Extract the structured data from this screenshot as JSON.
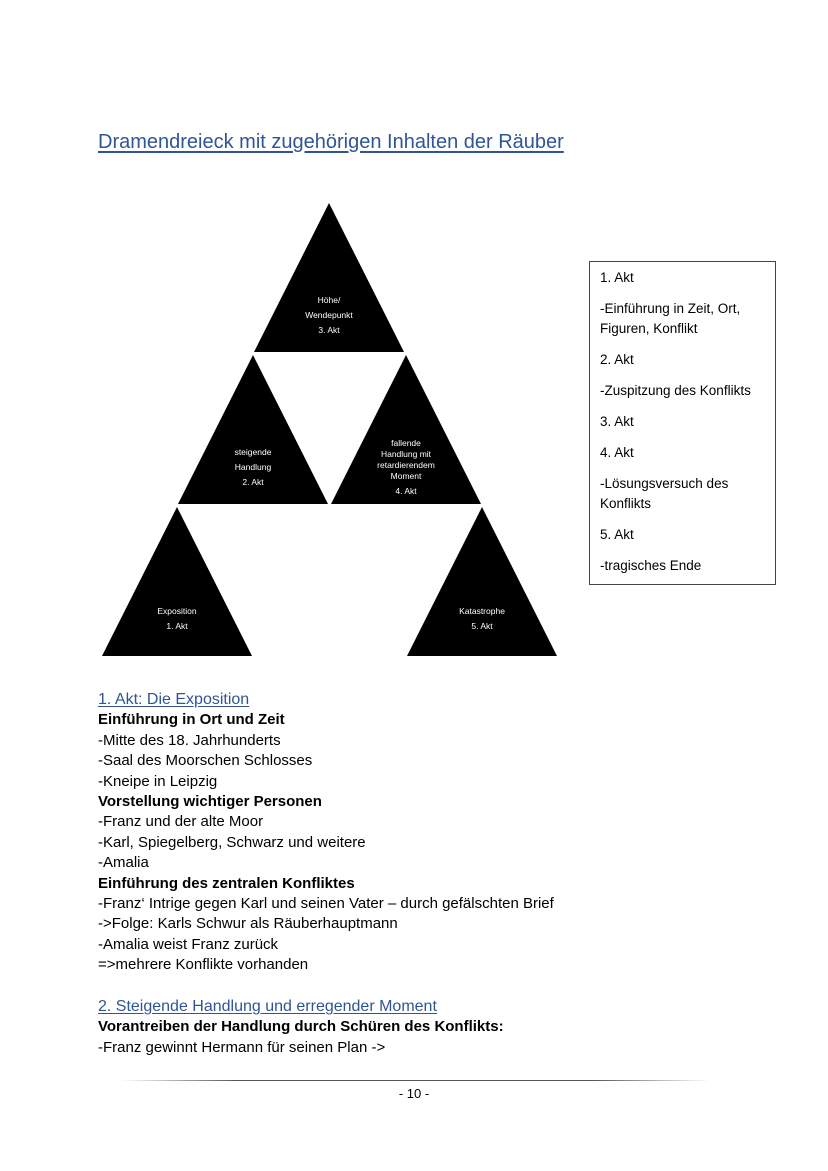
{
  "title": "Dramendreieck mit zugehörigen Inhalten der Räuber",
  "triangles": [
    {
      "lines": [
        "Höhe/",
        "Wendepunkt",
        "3. Akt"
      ]
    },
    {
      "lines": [
        "steigende",
        "Handlung",
        "2. Akt"
      ]
    },
    {
      "lines": [
        "fallende",
        "Handlung mit",
        "retardierendem",
        "Moment",
        "4. Akt"
      ]
    },
    {
      "lines": [
        "Exposition",
        "1. Akt"
      ]
    },
    {
      "lines": [
        "Katastrophe",
        "5. Akt"
      ]
    }
  ],
  "legend": [
    "1. Akt",
    "-Einführung in Zeit, Ort, Figuren, Konflikt",
    "2. Akt",
    "-Zuspitzung des Konflikts",
    "3. Akt",
    "4. Akt",
    "-Lösungsversuch des Konflikts",
    "5. Akt",
    "-tragisches Ende"
  ],
  "section1": {
    "heading": "1. Akt: Die Exposition",
    "sub1": "Einführung in Ort und Zeit",
    "l1": "-Mitte des 18. Jahrhunderts",
    "l2": "-Saal des Moorschen Schlosses",
    "l3": "-Kneipe in Leipzig",
    "sub2": "Vorstellung wichtiger Personen",
    "l4": "-Franz und der alte Moor",
    "l5": "-Karl, Spiegelberg, Schwarz und weitere",
    "l6": "-Amalia",
    "sub3": "Einführung des zentralen Konfliktes",
    "l7": "-Franz‘ Intrige gegen Karl und seinen Vater – durch gefälschten Brief",
    "l8": "->Folge: Karls Schwur als Räuberhauptmann",
    "l9": "-Amalia weist Franz zurück",
    "l10": "=>mehrere Konflikte vorhanden"
  },
  "section2": {
    "heading": "2. Steigende Handlung und erregender Moment",
    "sub1": "Vorantreiben der Handlung durch Schüren des Konflikts:",
    "l1": "-Franz gewinnt Hermann für seinen Plan ->"
  },
  "page_number": "- 10 -"
}
